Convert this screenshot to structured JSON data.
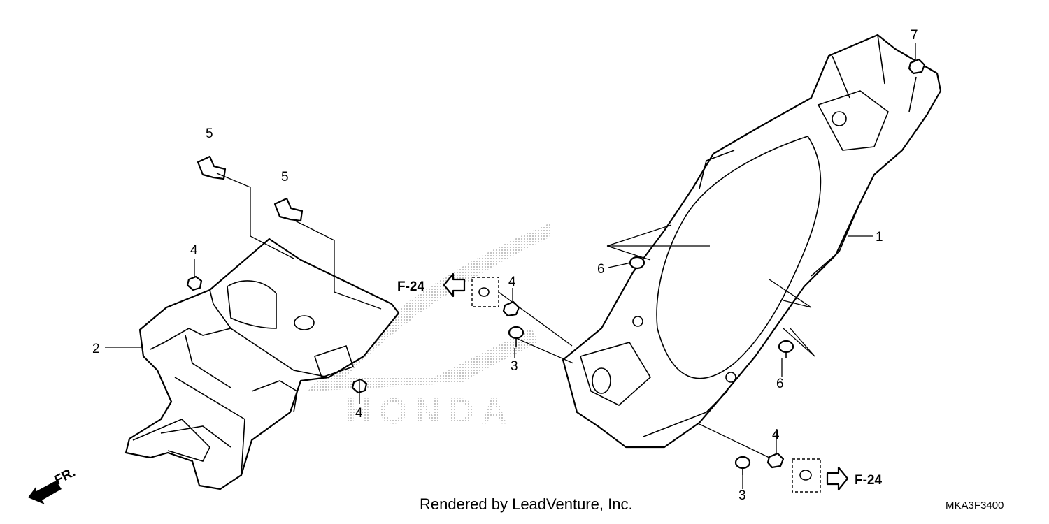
{
  "callouts": {
    "c1": "1",
    "c2": "2",
    "c3a": "3",
    "c3b": "3",
    "c4a": "4",
    "c4b": "4",
    "c4c": "4",
    "c4d": "4",
    "c5a": "5",
    "c5b": "5",
    "c6a": "6",
    "c6b": "6",
    "c7": "7"
  },
  "references": {
    "ref_left": "F-24",
    "ref_right": "F-24"
  },
  "direction_label": "FR.",
  "watermark": "HONDA",
  "footer": {
    "credit": "Rendered by LeadVenture, Inc.",
    "diagram_code": "MKA3F3400"
  }
}
